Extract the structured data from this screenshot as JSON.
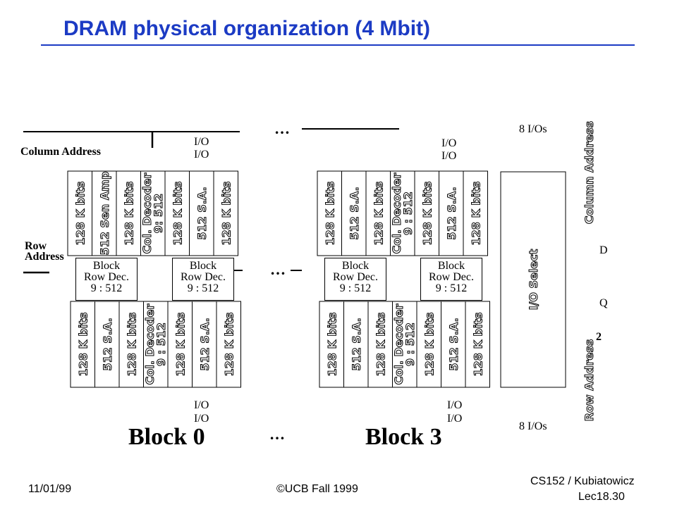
{
  "title": "DRAM physical organization (4 Mbit)",
  "labels": {
    "column_address": "Column  Address",
    "row_address_line1": "Row",
    "row_address_line2": "Address",
    "io": "I/O",
    "eight_ios": "8 I/Os",
    "d": "D",
    "q": "Q",
    "two": "2",
    "ellipsis": "…"
  },
  "block0": {
    "name": "Block 0",
    "top_cells": [
      "128 K bits",
      "512  Sen Amp",
      "128 K bits",
      "Col. Decoder|9: 512",
      "128 K bits",
      "512  S.A.",
      "128 K bits"
    ],
    "bottom_cells": [
      "128 K bits",
      "512  S.A.",
      "128 K bits",
      "Col. Decoder|9 : 512",
      "128 K bits",
      "512  S.A.",
      "128 K bits"
    ]
  },
  "block3": {
    "name": "Block 3",
    "top_cells": [
      "128 K bits",
      "512  S.A.",
      "128 K bits",
      "Col. Decoder|9 : 512",
      "128 K bits",
      "512  S.A.",
      "128 K bits"
    ],
    "bottom_cells": [
      "128 K bits",
      "512  S.A.",
      "128 K bits",
      "Col. Decoder|9 : 512",
      "128 K bits",
      "512  S.A.",
      "128 K bits"
    ]
  },
  "row_decoder": {
    "line1": "Block",
    "line2": "Row Dec.",
    "line3": "9 : 512"
  },
  "io_select": "I/O  Select",
  "right_column_address": "Column Address",
  "right_row_address": "Row Address",
  "footer": {
    "date": "11/01/99",
    "copyright": "©UCB Fall 1999",
    "course": "CS152 / Kubiatowicz",
    "lecture": "Lec18.30"
  }
}
